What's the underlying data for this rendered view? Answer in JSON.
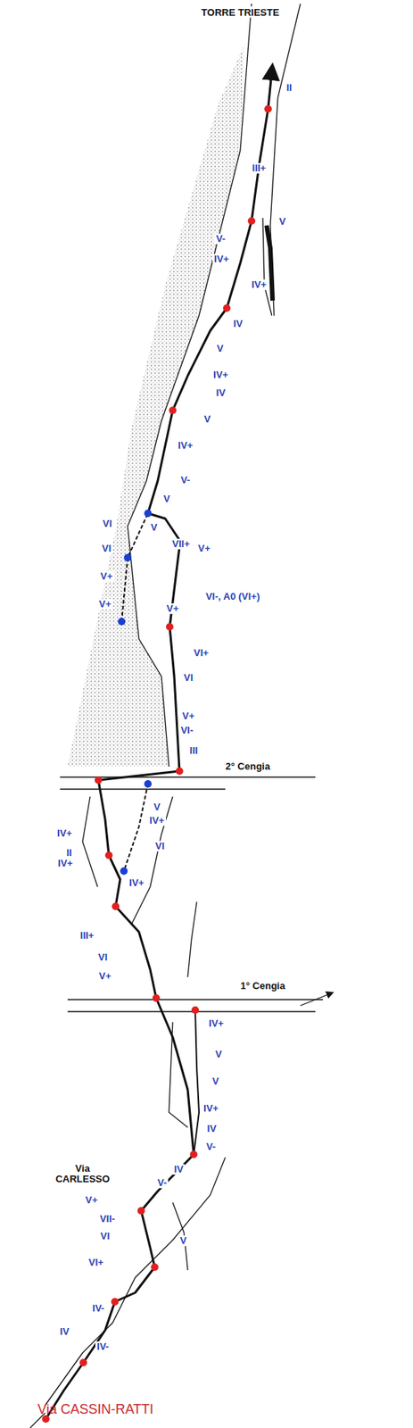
{
  "diagram": {
    "title": "TORRE TRIESTE",
    "caption": "Via CASSIN-RATTI",
    "labels": [
      "II",
      "III+",
      "V",
      "V-",
      "IV+",
      "IV+",
      "IV",
      "V",
      "IV+",
      "IV",
      "V",
      "IV+",
      "V-",
      "V",
      "VI",
      "V",
      "VII+",
      "V+",
      "VI",
      "V+",
      "VI-, A0 (VI+)",
      "V+",
      "V+",
      "VI+",
      "VI",
      "V+",
      "VI-",
      "III",
      "2° Cengia",
      "V",
      "IV+",
      "IV+",
      "VI",
      "II",
      "IV+",
      "IV+",
      "III+",
      "VI",
      "V+",
      "1° Cengia",
      "IV+",
      "V",
      "V",
      "IV+",
      "IV",
      "V-",
      "Via CARLESSO",
      "IV",
      "V-",
      "V+",
      "VII-",
      "VI",
      "V",
      "VI+",
      "IV-",
      "IV",
      "IV-"
    ]
  }
}
